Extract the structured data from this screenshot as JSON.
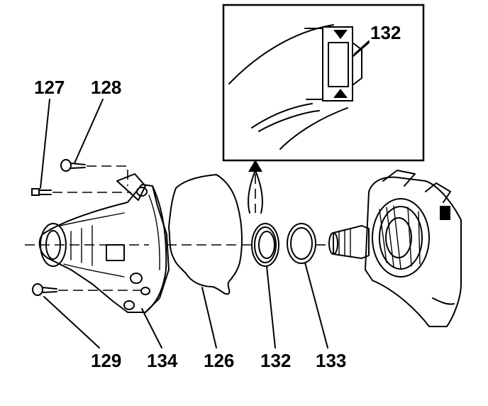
{
  "callouts": {
    "c127": "127",
    "c128": "128",
    "c132_detail": "132",
    "c129": "129",
    "c134": "134",
    "c126": "126",
    "c132": "132",
    "c133": "133"
  }
}
